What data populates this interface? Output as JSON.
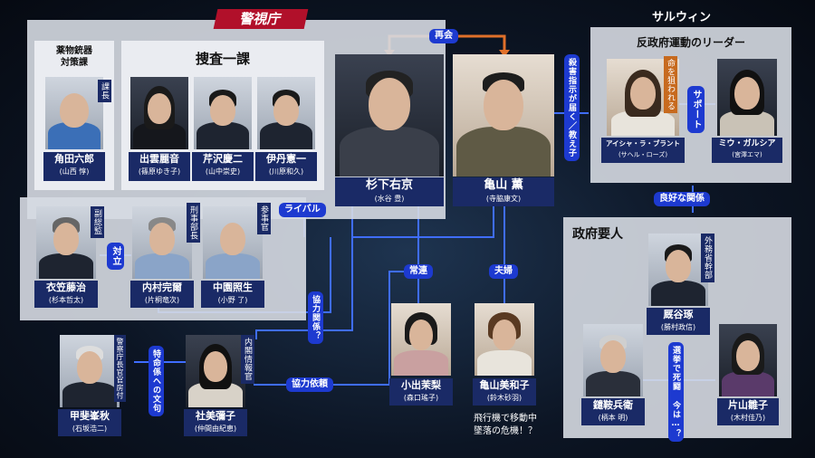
{
  "groups": {
    "keishicho": "警視庁",
    "yakubutsu": "薬物銃器\n対策課",
    "sosa1": "捜査一課",
    "sarwin": "サルウィン",
    "hanseifu": "反政府運動のリーダー",
    "seifu": "政府要人"
  },
  "people": {
    "kakuda": {
      "name": "角田六郎",
      "actor": "(山西 惇)",
      "role": "課長"
    },
    "izumo": {
      "name": "出雲麗音",
      "actor": "(篠原ゆき子)"
    },
    "serizawa": {
      "name": "芹沢慶二",
      "actor": "(山中崇史)"
    },
    "itami": {
      "name": "伊丹憲一",
      "actor": "(川原和久)"
    },
    "sugishita": {
      "name": "杉下右京",
      "actor": "(水谷 豊)"
    },
    "kameyama": {
      "name": "亀山 薫",
      "actor": "(寺脇康文)"
    },
    "aisha": {
      "name": "アイシャ・ラ・ブラント",
      "actor": "(サヘル・ローズ)",
      "tag": "命を狙われる"
    },
    "miu": {
      "name": "ミウ・ガルシア",
      "actor": "(宮澤エマ)"
    },
    "kinugasa": {
      "name": "衣笠藤治",
      "actor": "(杉本哲太)",
      "role": "副総監"
    },
    "uchimura": {
      "name": "内村完爾",
      "actor": "(片桐竜次)",
      "role": "刑事部長"
    },
    "nakazono": {
      "name": "中園照生",
      "actor": "(小野 了)",
      "role": "参事官"
    },
    "kai": {
      "name": "甲斐峯秋",
      "actor": "(石坂浩二)",
      "role": "警察庁長官官房付"
    },
    "yashiro": {
      "name": "社美彌子",
      "actor": "(仲間由紀恵)",
      "role": "内閣情報官"
    },
    "koide": {
      "name": "小出茉梨",
      "actor": "(森口瑤子)"
    },
    "miwako": {
      "name": "亀山美和子",
      "actor": "(鈴木砂羽)"
    },
    "kayaya": {
      "name": "厩谷琢",
      "actor": "(勝村政信)",
      "role": "外務省幹部"
    },
    "tsurugi": {
      "name": "鑓鞍兵衛",
      "actor": "(柄本 明)"
    },
    "katayama": {
      "name": "片山雛子",
      "actor": "(木村佳乃)"
    }
  },
  "relations": {
    "saikai": "再会",
    "rival": "ライバル",
    "satsugai": "殺害指示が届く／教え子",
    "support": "サポート",
    "ryoko": "良好な関係",
    "tairitsu": "対立",
    "kyoryoku_kankei": "協力関係？",
    "joren": "常連",
    "fufu": "夫婦",
    "tokumei": "特命係への文句",
    "kyoryoku_irai": "協力依頼",
    "senkyo": "選挙で死闘 今は…？"
  },
  "caption": "飛行機で移動中\n墜落の危機！？",
  "colors": {
    "pill": "#1d3ad0",
    "namebox": "#1a2a66",
    "line": "#3f6dff",
    "orange": "#e0702a",
    "title_red": "#b1102a"
  }
}
